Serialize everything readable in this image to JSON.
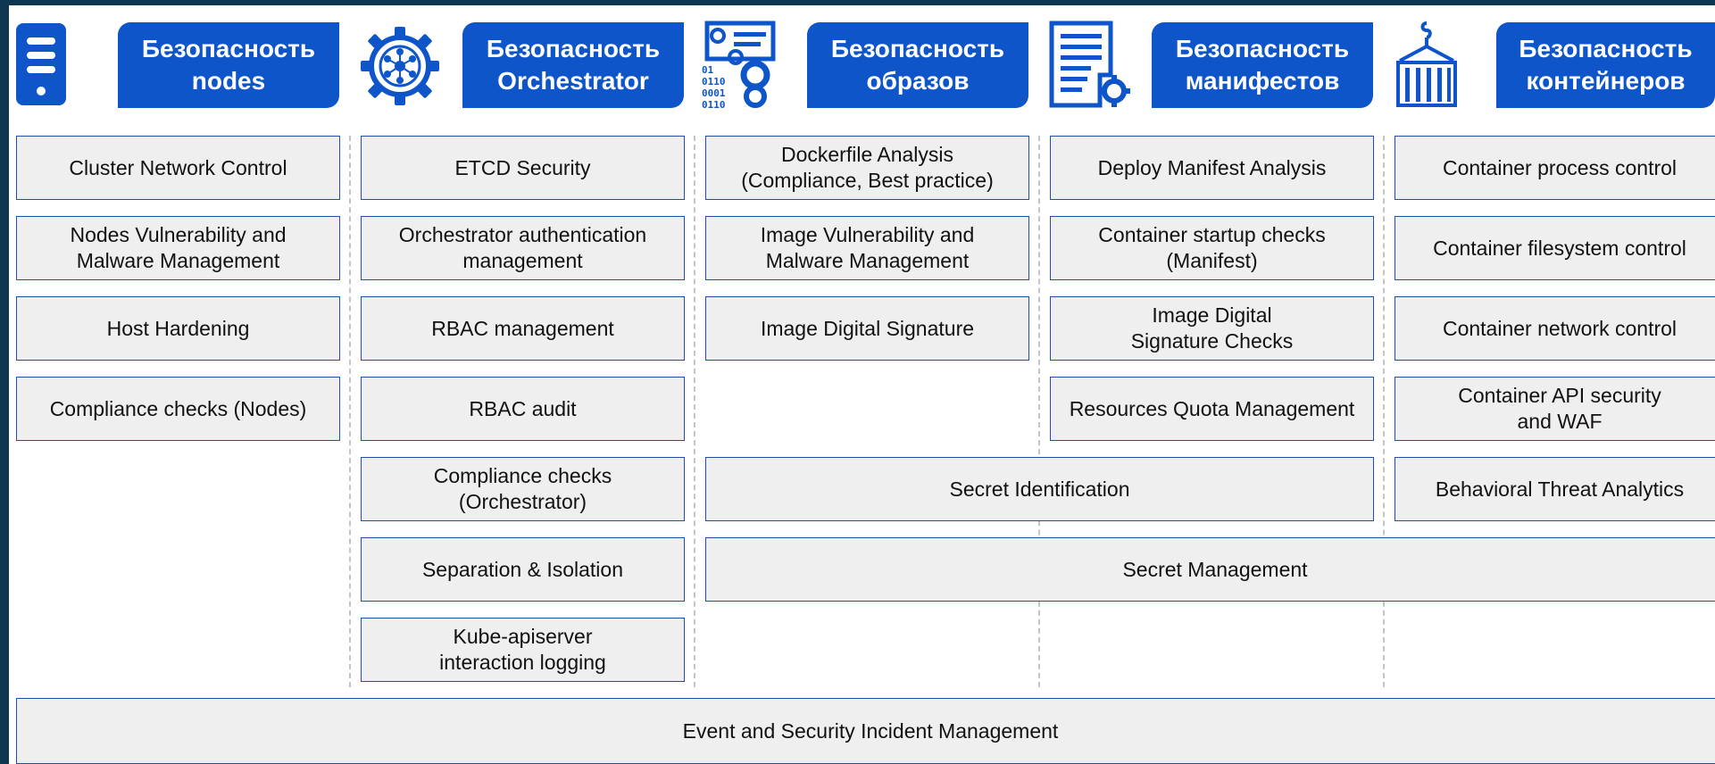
{
  "colors": {
    "accent": "#0d55c9",
    "box_fill": "#efefef",
    "box_border": "#1f4fa8",
    "frame": "#0d3650"
  },
  "headers": [
    {
      "icon": "server-icon",
      "label": "Безопасность\nnodes"
    },
    {
      "icon": "gear-network-icon",
      "label": "Безопасность\nOrchestrator"
    },
    {
      "icon": "binary-gears-icon",
      "label": "Безопасность\nобразов"
    },
    {
      "icon": "document-gear-icon",
      "label": "Безопасность\nманифестов"
    },
    {
      "icon": "container-crane-icon",
      "label": "Безопасность\nконтейнеров"
    }
  ],
  "nodes": {
    "cluster_network": "Cluster Network Control",
    "nodes_vuln": "Nodes Vulnerability and\nMalware Management",
    "host_hardening": "Host Hardening",
    "compliance_nodes": "Compliance checks (Nodes)"
  },
  "orchestrator": {
    "etcd": "ETCD Security",
    "auth": "Orchestrator authentication\nmanagement",
    "rbac_mgmt": "RBAC management",
    "rbac_audit": "RBAC audit",
    "compliance_orch": "Compliance checks\n(Orchestrator)",
    "separation": "Separation & Isolation",
    "apiserver_logging": "Kube-apiserver\ninteraction logging"
  },
  "images": {
    "dockerfile": "Dockerfile Analysis\n(Compliance, Best practice)",
    "image_vuln": "Image Vulnerability and\nMalware Management",
    "image_sig": "Image Digital Signature"
  },
  "manifests": {
    "deploy_analysis": "Deploy Manifest Analysis",
    "startup_checks": "Container startup checks\n(Manifest)",
    "sig_checks": "Image Digital\nSignature Checks",
    "quota": "Resources Quota Management"
  },
  "containers": {
    "process": "Container process control",
    "filesystem": "Container filesystem control",
    "network": "Container network control",
    "api_waf": "Container API security\nand WAF",
    "behavioral": "Behavioral Threat Analytics"
  },
  "shared": {
    "secret_id": "Secret Identification",
    "secret_mgmt": "Secret Management",
    "incident_mgmt": "Event and Security Incident Management"
  }
}
